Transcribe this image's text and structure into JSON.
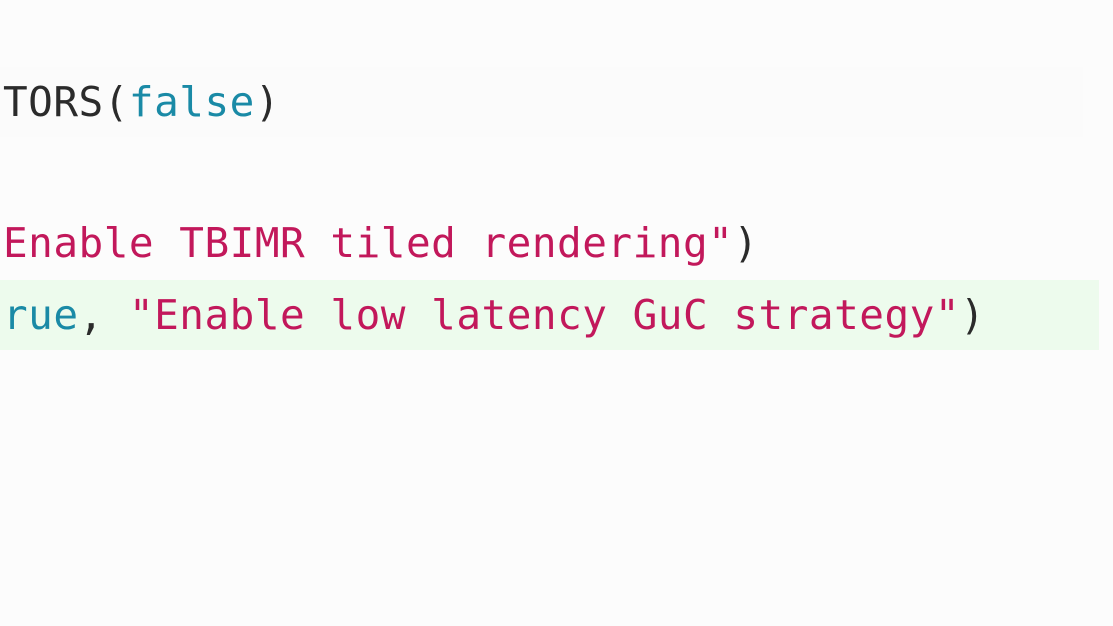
{
  "editor": {
    "lines": [
      {
        "tokens": [
          {
            "text": "TORS(",
            "kind": "plain"
          },
          {
            "text": "false",
            "kind": "keyword"
          },
          {
            "text": ")",
            "kind": "plain"
          }
        ]
      },
      {
        "tokens": [
          {
            "text": "Enable TBIMR tiled rendering\"",
            "kind": "string"
          },
          {
            "text": ")",
            "kind": "plain"
          }
        ]
      },
      {
        "highlighted": true,
        "tokens": [
          {
            "text": "rue",
            "kind": "keyword"
          },
          {
            "text": ", ",
            "kind": "plain"
          },
          {
            "text": "\"Enable low latency GuC strategy\"",
            "kind": "string"
          },
          {
            "text": ")",
            "kind": "plain"
          }
        ]
      }
    ],
    "colors": {
      "plain": "#2b2b2b",
      "keyword": "#1a8aa6",
      "string": "#c2185b",
      "highlight": "#edfbed",
      "background": "#fcfcfc"
    }
  }
}
